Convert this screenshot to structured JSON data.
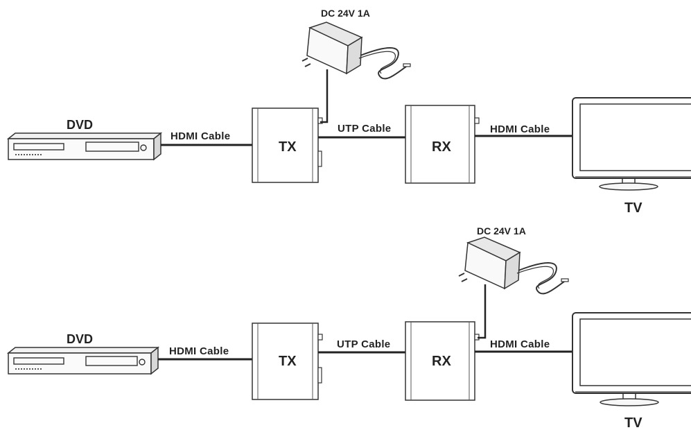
{
  "diagrams": [
    {
      "source_label": "DVD",
      "display_label": "TV",
      "transmitter_label": "TX",
      "receiver_label": "RX",
      "input_cable_label": "HDMI Cable",
      "link_cable_label": "UTP Cable",
      "output_cable_label": "HDMI Cable",
      "power_label": "DC 24V 1A",
      "power_attached_to": "TX"
    },
    {
      "source_label": "DVD",
      "display_label": "TV",
      "transmitter_label": "TX",
      "receiver_label": "RX",
      "input_cable_label": "HDMI Cable",
      "link_cable_label": "UTP Cable",
      "output_cable_label": "HDMI Cable",
      "power_label": "DC 24V 1A",
      "power_attached_to": "RX"
    }
  ]
}
